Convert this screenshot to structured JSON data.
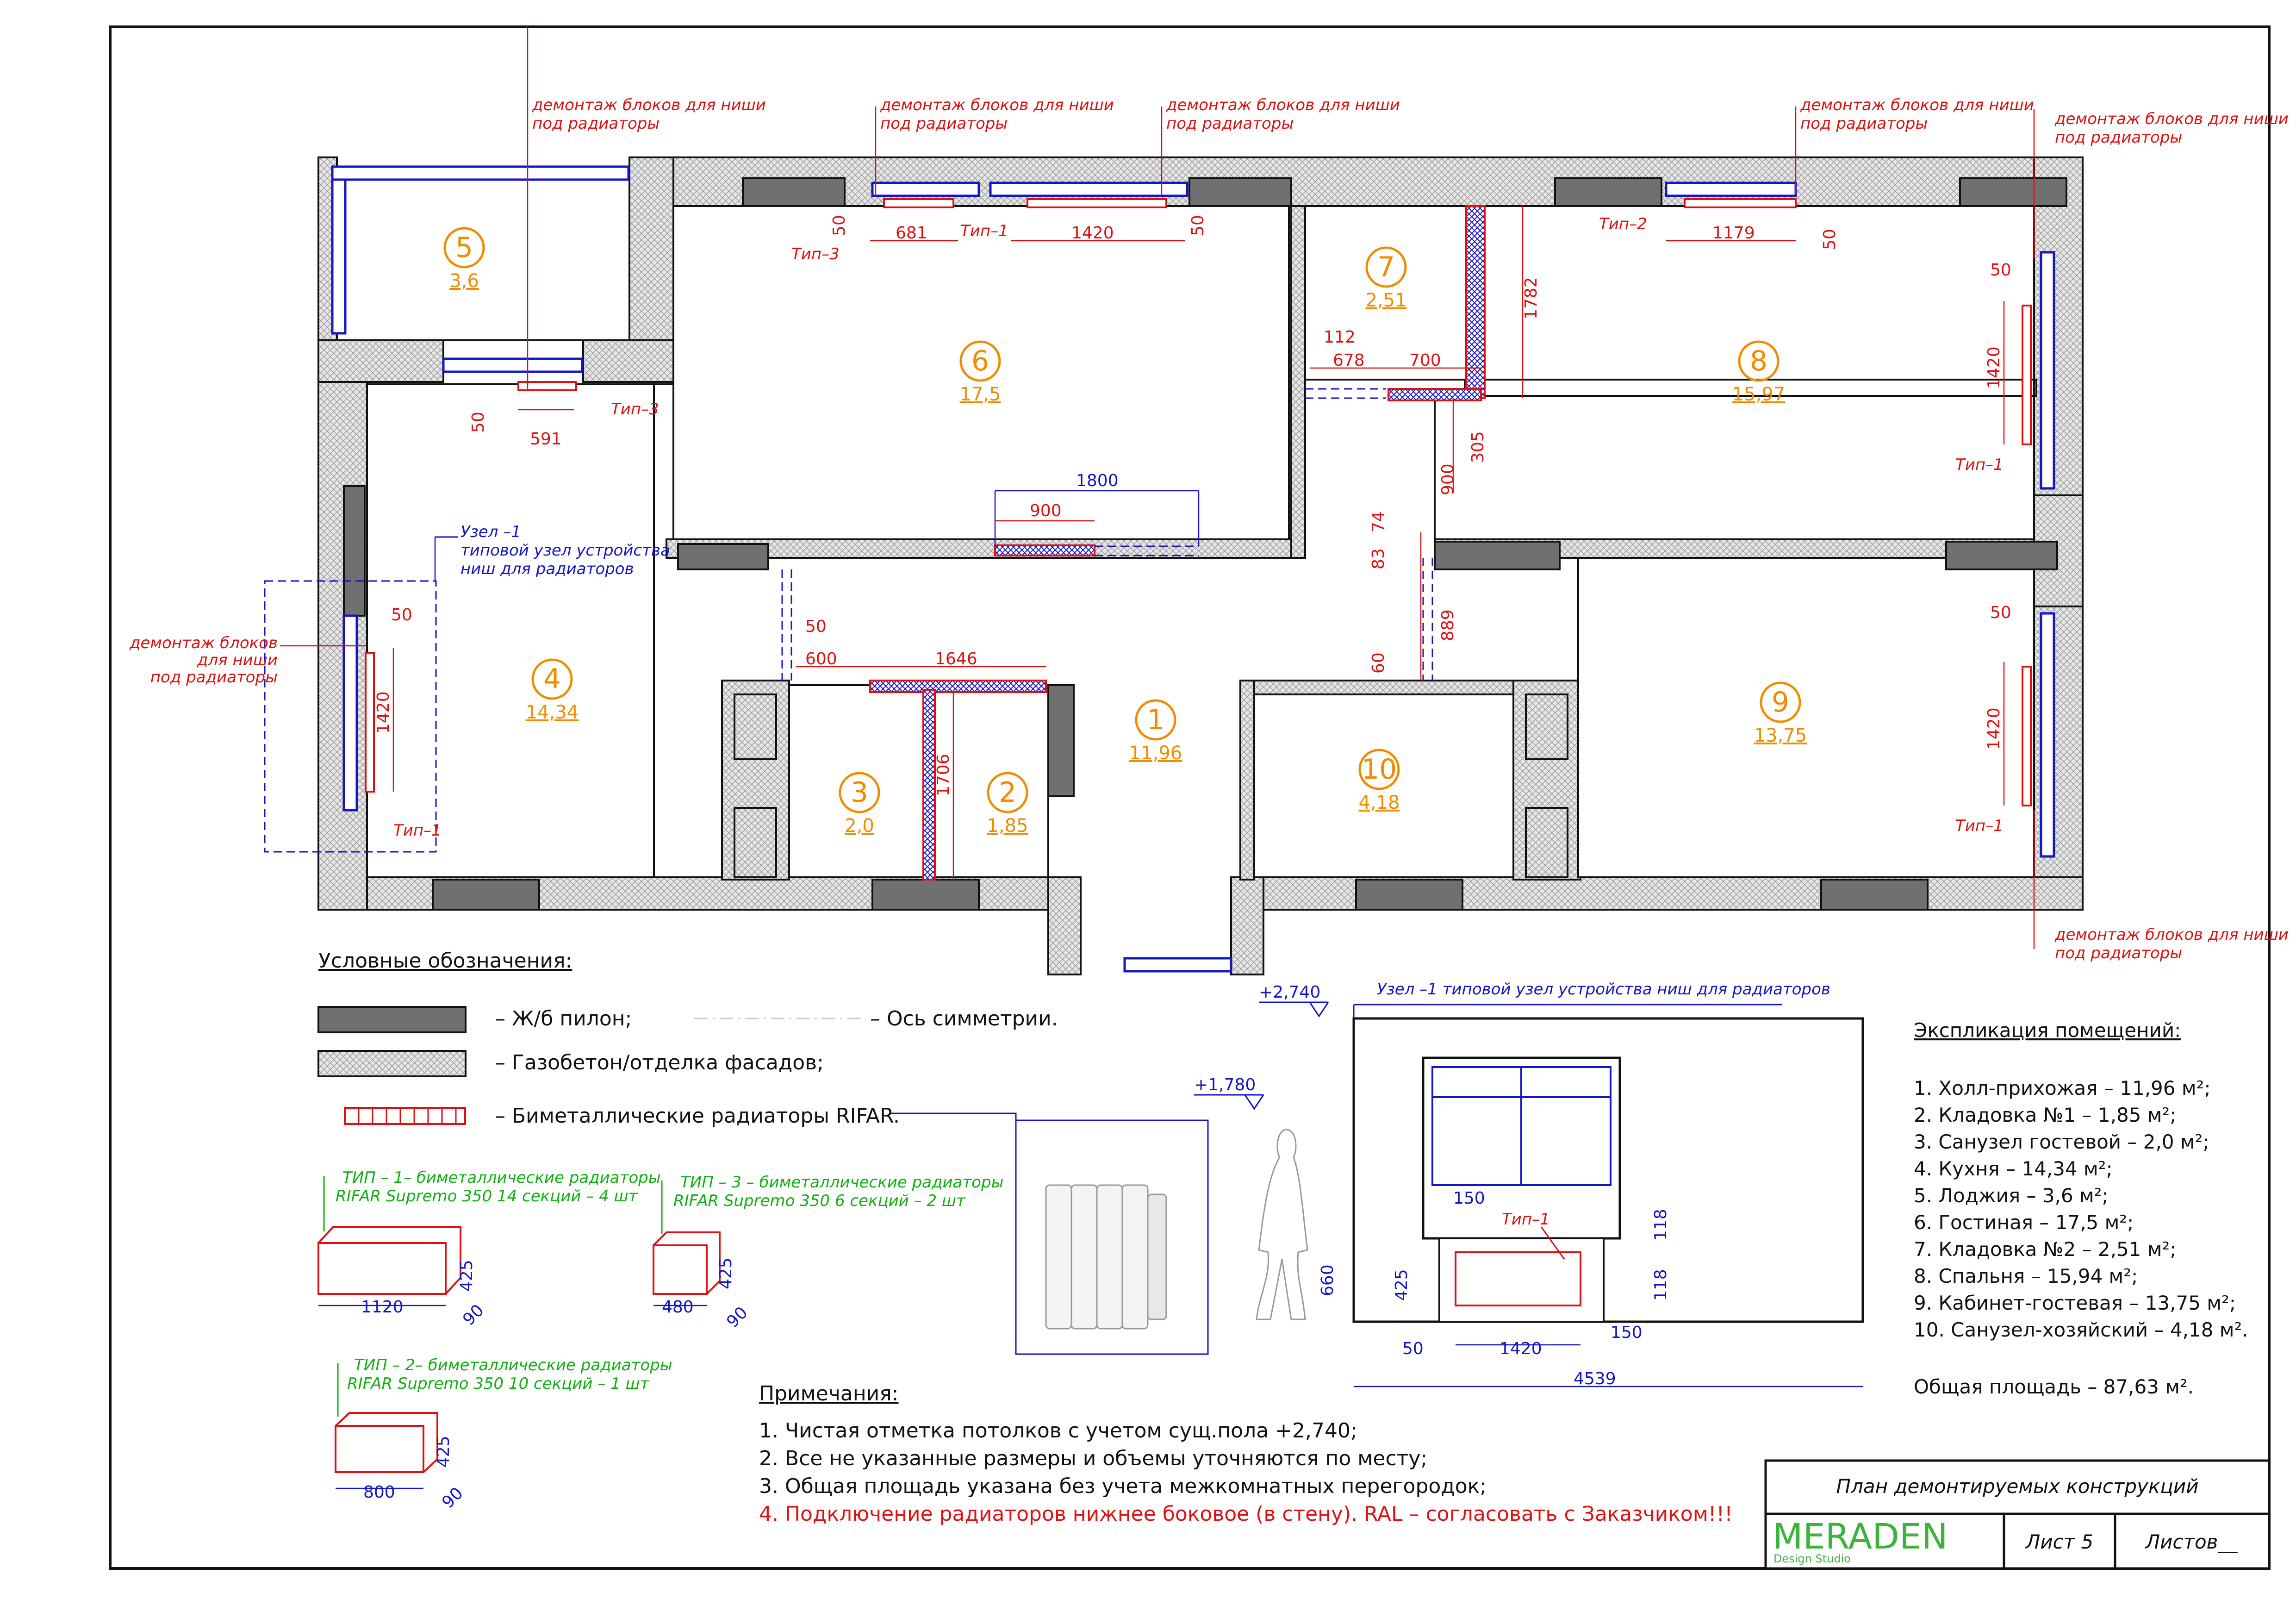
{
  "rooms": [
    {
      "id": "1",
      "area": "11,96"
    },
    {
      "id": "2",
      "area": "1,85"
    },
    {
      "id": "3",
      "area": "2,0"
    },
    {
      "id": "4",
      "area": "14,34"
    },
    {
      "id": "5",
      "area": "3,6"
    },
    {
      "id": "6",
      "area": "17,5"
    },
    {
      "id": "7",
      "area": "2,51"
    },
    {
      "id": "8",
      "area": "15,97"
    },
    {
      "id": "9",
      "area": "13,75"
    },
    {
      "id": "10",
      "area": "4,18"
    }
  ],
  "notes_red": {
    "dismantle": "демонтаж блоков для ниши",
    "dismantle2": "под радиаторы",
    "dismantle_left1": "демонтаж блоков",
    "dismantle_left2": "для ниши",
    "dismantle_left3": "под радиаторы"
  },
  "types": {
    "t1": "Тип–1",
    "t2": "Тип–2",
    "t3": "Тип–3"
  },
  "dims": {
    "d681": "681",
    "d1420": "1420",
    "d50": "50",
    "d1179": "1179",
    "d591": "591",
    "d1800": "1800",
    "d900": "900",
    "d112": "112",
    "d678": "678",
    "d700": "700",
    "d1782": "1782",
    "d305": "305",
    "d74": "74",
    "d83": "83",
    "d889": "889",
    "d60": "60",
    "d600": "600",
    "d1646": "1646",
    "d1706": "1706"
  },
  "node": {
    "line1": "Узел –1",
    "line2": "типовой узел устройства",
    "line3": "ниш для радиаторов",
    "full": "Узел –1 типовой узел устройства ниш для радиаторов"
  },
  "legend": {
    "title": "Условные обозначения:",
    "concrete": "– Ж/б пилон;",
    "axis": "– Ось симметрии.",
    "gasbeton": "– Газобетон/отделка фасадов;",
    "radiator": "– Биметаллические радиаторы RIFAR."
  },
  "radtypes": {
    "t1a": "ТИП – 1– биметаллические радиаторы",
    "t1b": "RIFAR Supremo 350 14 секций – 4 шт",
    "t3a": "ТИП – 3 – биметаллические радиаторы",
    "t3b": "RIFAR Supremo 350 6 секций – 2 шт",
    "t2a": "ТИП – 2– биметаллические радиаторы",
    "t2b": "RIFAR Supremo 350 10 секций – 1 шт",
    "w1120": "1120",
    "h425": "425",
    "d90": "90",
    "w480": "480",
    "w800": "800"
  },
  "levels": {
    "l2740": "+2,740",
    "l1780": "+1,780"
  },
  "section": {
    "d150": "150",
    "d118": "118",
    "d660": "660",
    "d425": "425",
    "d50": "50",
    "d1420": "1420",
    "d4539": "4539"
  },
  "notes": {
    "title": "Примечания:",
    "n1": "1. Чистая отметка потолков с учетом сущ.пола +2,740;",
    "n2": "2. Все не указанные размеры и объемы уточняются по месту;",
    "n3": "3. Общая площадь указана без учета межкомнатных перегородок;",
    "n4": "4. Подключение радиаторов нижнее боковое (в стену). RAL – согласовать с Заказчиком!!!"
  },
  "explication": {
    "title": "Экспликация помещений:",
    "items": [
      "1. Холл-прихожая – 11,96 м²;",
      "2. Кладовка №1 – 1,85 м²;",
      "3. Санузел гостевой – 2,0 м²;",
      "4. Кухня – 14,34 м²;",
      "5. Лоджия – 3,6 м²;",
      "6. Гостиная – 17,5 м²;",
      "7. Кладовка №2 – 2,51 м²;",
      "8. Спальня – 15,94 м²;",
      "9. Кабинет-гостевая – 13,75 м²;",
      "10. Санузел-хозяйский – 4,18 м²."
    ],
    "total": "Общая площадь – 87,63 м²."
  },
  "stamp": {
    "title": "План демонтируемых конструкций",
    "brand": "MERADEN",
    "studio": "Design Studio",
    "sheet": "Лист 5",
    "sheets": "Листов__"
  },
  "colors": {
    "brand": "#3cb43c",
    "red": "#e01010",
    "blue": "#1414c8",
    "orange": "#f08c00",
    "green": "#10b010"
  }
}
